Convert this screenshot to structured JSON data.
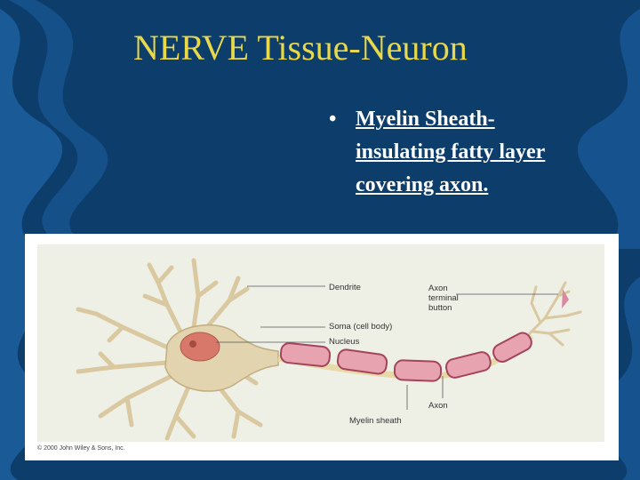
{
  "slide": {
    "title": "NERVE Tissue-Neuron",
    "bullet_symbol": "•",
    "bullet_lines": [
      "Myelin Sheath-",
      "insulating fatty layer",
      "covering axon."
    ]
  },
  "figure": {
    "labels": {
      "dendrite": "Dendrite",
      "axon_terminal": [
        "Axon",
        "terminal",
        "button"
      ],
      "soma": "Soma (cell body)",
      "nucleus": "Nucleus",
      "axon": "Axon",
      "myelin_sheath": "Myelin sheath"
    },
    "copyright": "© 2000 John Wiley & Sons, Inc."
  },
  "colors": {
    "background": "#0d3d6b",
    "wave": "#1b5d9c",
    "title": "#e8d84a",
    "bullet_text": "#ffffff",
    "figure_panel": "#eef0e6",
    "dendrite": "#d9c8a0",
    "myelin": "#e7a4b0",
    "myelin_stroke": "#a4445a",
    "nucleus": "#d8786a"
  }
}
